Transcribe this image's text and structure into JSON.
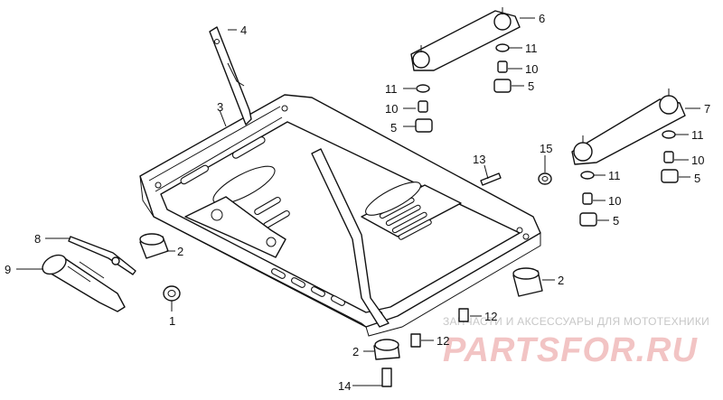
{
  "callouts": {
    "c1": "1",
    "c2a": "2",
    "c2b": "2",
    "c2c": "2",
    "c3": "3",
    "c4": "4",
    "c5a": "5",
    "c5b": "5",
    "c5c": "5",
    "c5d": "5",
    "c6": "6",
    "c7": "7",
    "c8": "8",
    "c9": "9",
    "c10a": "10",
    "c10b": "10",
    "c10c": "10",
    "c10d": "10",
    "c11a": "11",
    "c11b": "11",
    "c11c": "11",
    "c11d": "11",
    "c12a": "12",
    "c12b": "12",
    "c13": "13",
    "c14": "14",
    "c15": "15"
  },
  "watermark": {
    "subtitle": "ЗАПЧАСТИ И АКСЕССУАРЫ ДЛЯ МОТОТЕХНИКИ",
    "logo": "PARTSFOR.RU"
  }
}
